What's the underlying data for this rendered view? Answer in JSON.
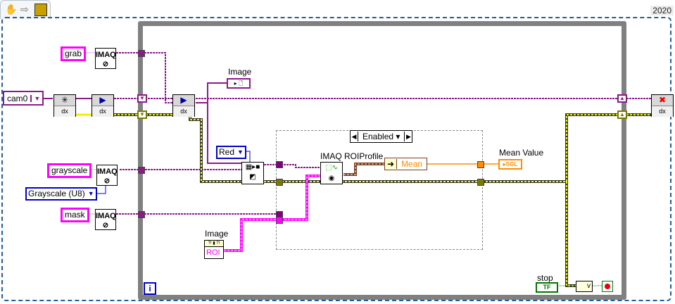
{
  "toolbar": {
    "icons": [
      "hand-icon",
      "arrow-icon",
      "vi-icon"
    ]
  },
  "version": "2020",
  "constants": {
    "grab": "grab",
    "grayscale": "grayscale",
    "mask": "mask",
    "camera": "cam0",
    "image_type": "Grayscale (U8)",
    "color_plane": "Red"
  },
  "nodes": {
    "imaq_label": "IMAQ",
    "roi_profile_label": "IMAQ ROIProfile",
    "mean_field": "Mean",
    "dx_label": "dx"
  },
  "diagram_disable": {
    "selected_case": "Enabled"
  },
  "indicators": {
    "image_label": "Image",
    "mean_value_label": "Mean Value",
    "mean_value_type": "SGL",
    "image_roi_label": "Image",
    "image_roi_text": "ROI"
  },
  "controls": {
    "stop_label": "stop",
    "stop_value": "TF"
  },
  "loop": {
    "iteration_label": "i"
  },
  "colors": {
    "image_wire": "#8b1a89",
    "session_wire": "#f0f000",
    "string_wire": "#ff00ff",
    "numeric_wire": "#ff8c00",
    "loop_border": "#808080",
    "frame_border": "#1f5f9a"
  }
}
